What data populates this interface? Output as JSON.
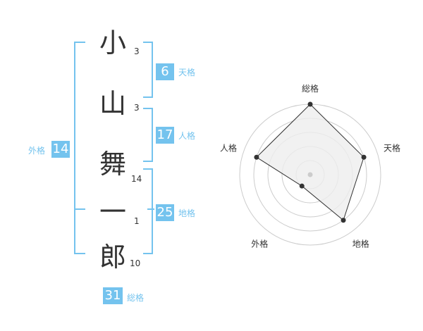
{
  "name": {
    "chars": [
      "小",
      "山",
      "舞",
      "一",
      "郎"
    ],
    "strokes": [
      "3",
      "3",
      "14",
      "1",
      "10"
    ]
  },
  "fortune": {
    "tenkaku": {
      "label": "天格",
      "value": "6"
    },
    "jinkaku": {
      "label": "人格",
      "value": "17"
    },
    "chikaku": {
      "label": "地格",
      "value": "25"
    },
    "gaikaku": {
      "label": "外格",
      "value": "14"
    },
    "soukaku": {
      "label": "総格",
      "value": "31"
    }
  },
  "radar": {
    "axes": [
      "総格",
      "天格",
      "地格",
      "外格",
      "人格"
    ],
    "levels": 5,
    "values": [
      5,
      4,
      4,
      1,
      4
    ],
    "fill_color": "#eeeeee",
    "line_color": "#333333",
    "grid_color": "#cccccc"
  },
  "colors": {
    "accent": "#74c3ee",
    "text": "#333333"
  }
}
